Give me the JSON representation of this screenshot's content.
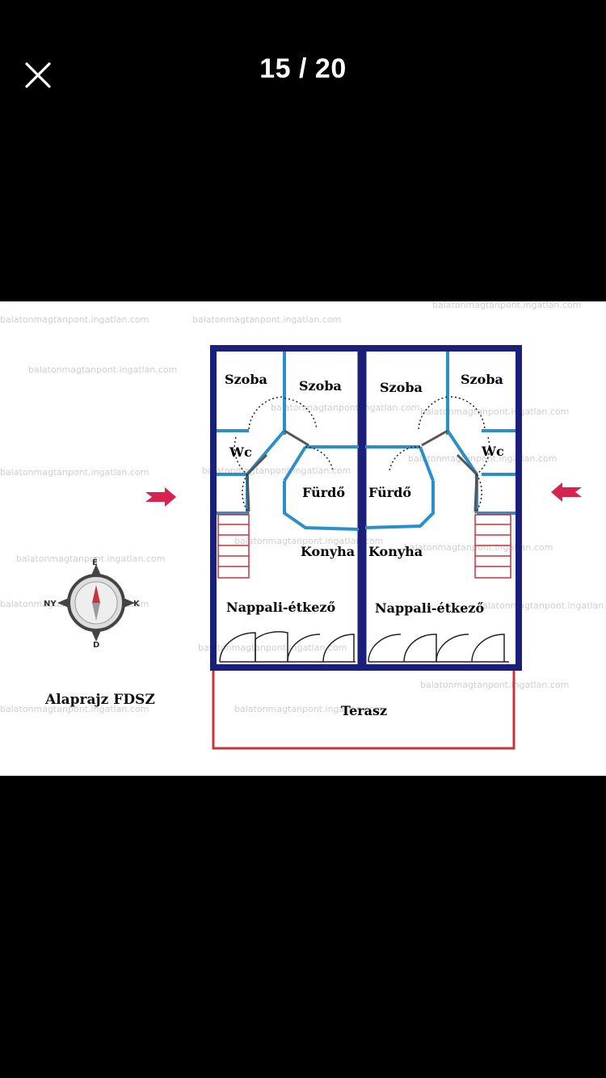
{
  "viewer": {
    "counter": "15 / 20",
    "close_icon": "close-icon"
  },
  "plan": {
    "title": "Alaprajz FDSZ",
    "rooms_left": {
      "szoba_1": "Szoba",
      "szoba_2": "Szoba",
      "wc": "Wc",
      "furdo": "Fürdő",
      "konyha": "Konyha",
      "nappali": "Nappali-étkező"
    },
    "rooms_right": {
      "szoba_1": "Szoba",
      "szoba_2": "Szoba",
      "wc": "Wc",
      "furdo": "Fürdő",
      "konyha": "Konyha",
      "nappali": "Nappali-étkező"
    },
    "terasz": "Terasz",
    "compass": {
      "n": "É",
      "s": "D",
      "e": "K",
      "w": "NY"
    },
    "colors": {
      "outer_wall": "#1a1f7a",
      "inner_wall": "#2b8fc9",
      "terrace": "#c8333c",
      "arrow": "#d6234f"
    }
  }
}
